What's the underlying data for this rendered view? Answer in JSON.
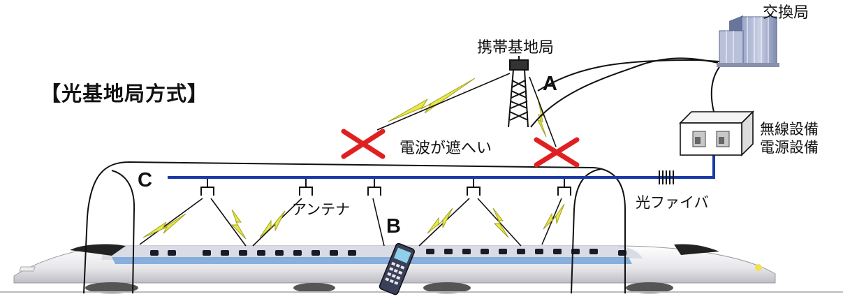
{
  "diagram": {
    "title": "【光基地局方式】",
    "labels": {
      "base_station": "携帯基地局",
      "exchange": "交換局",
      "power_line1": "無線設備",
      "power_line2": "電源設備",
      "blocked": "電波が遮へい",
      "fiber": "光ファイバ",
      "antenna": "アンテナ"
    },
    "point_labels": {
      "a": "A",
      "b": "B",
      "c": "C"
    }
  },
  "colors": {
    "fiber": "#1a3aa8",
    "lightning": "#e8e84a",
    "cross": "#e02020",
    "line": "#111111"
  }
}
